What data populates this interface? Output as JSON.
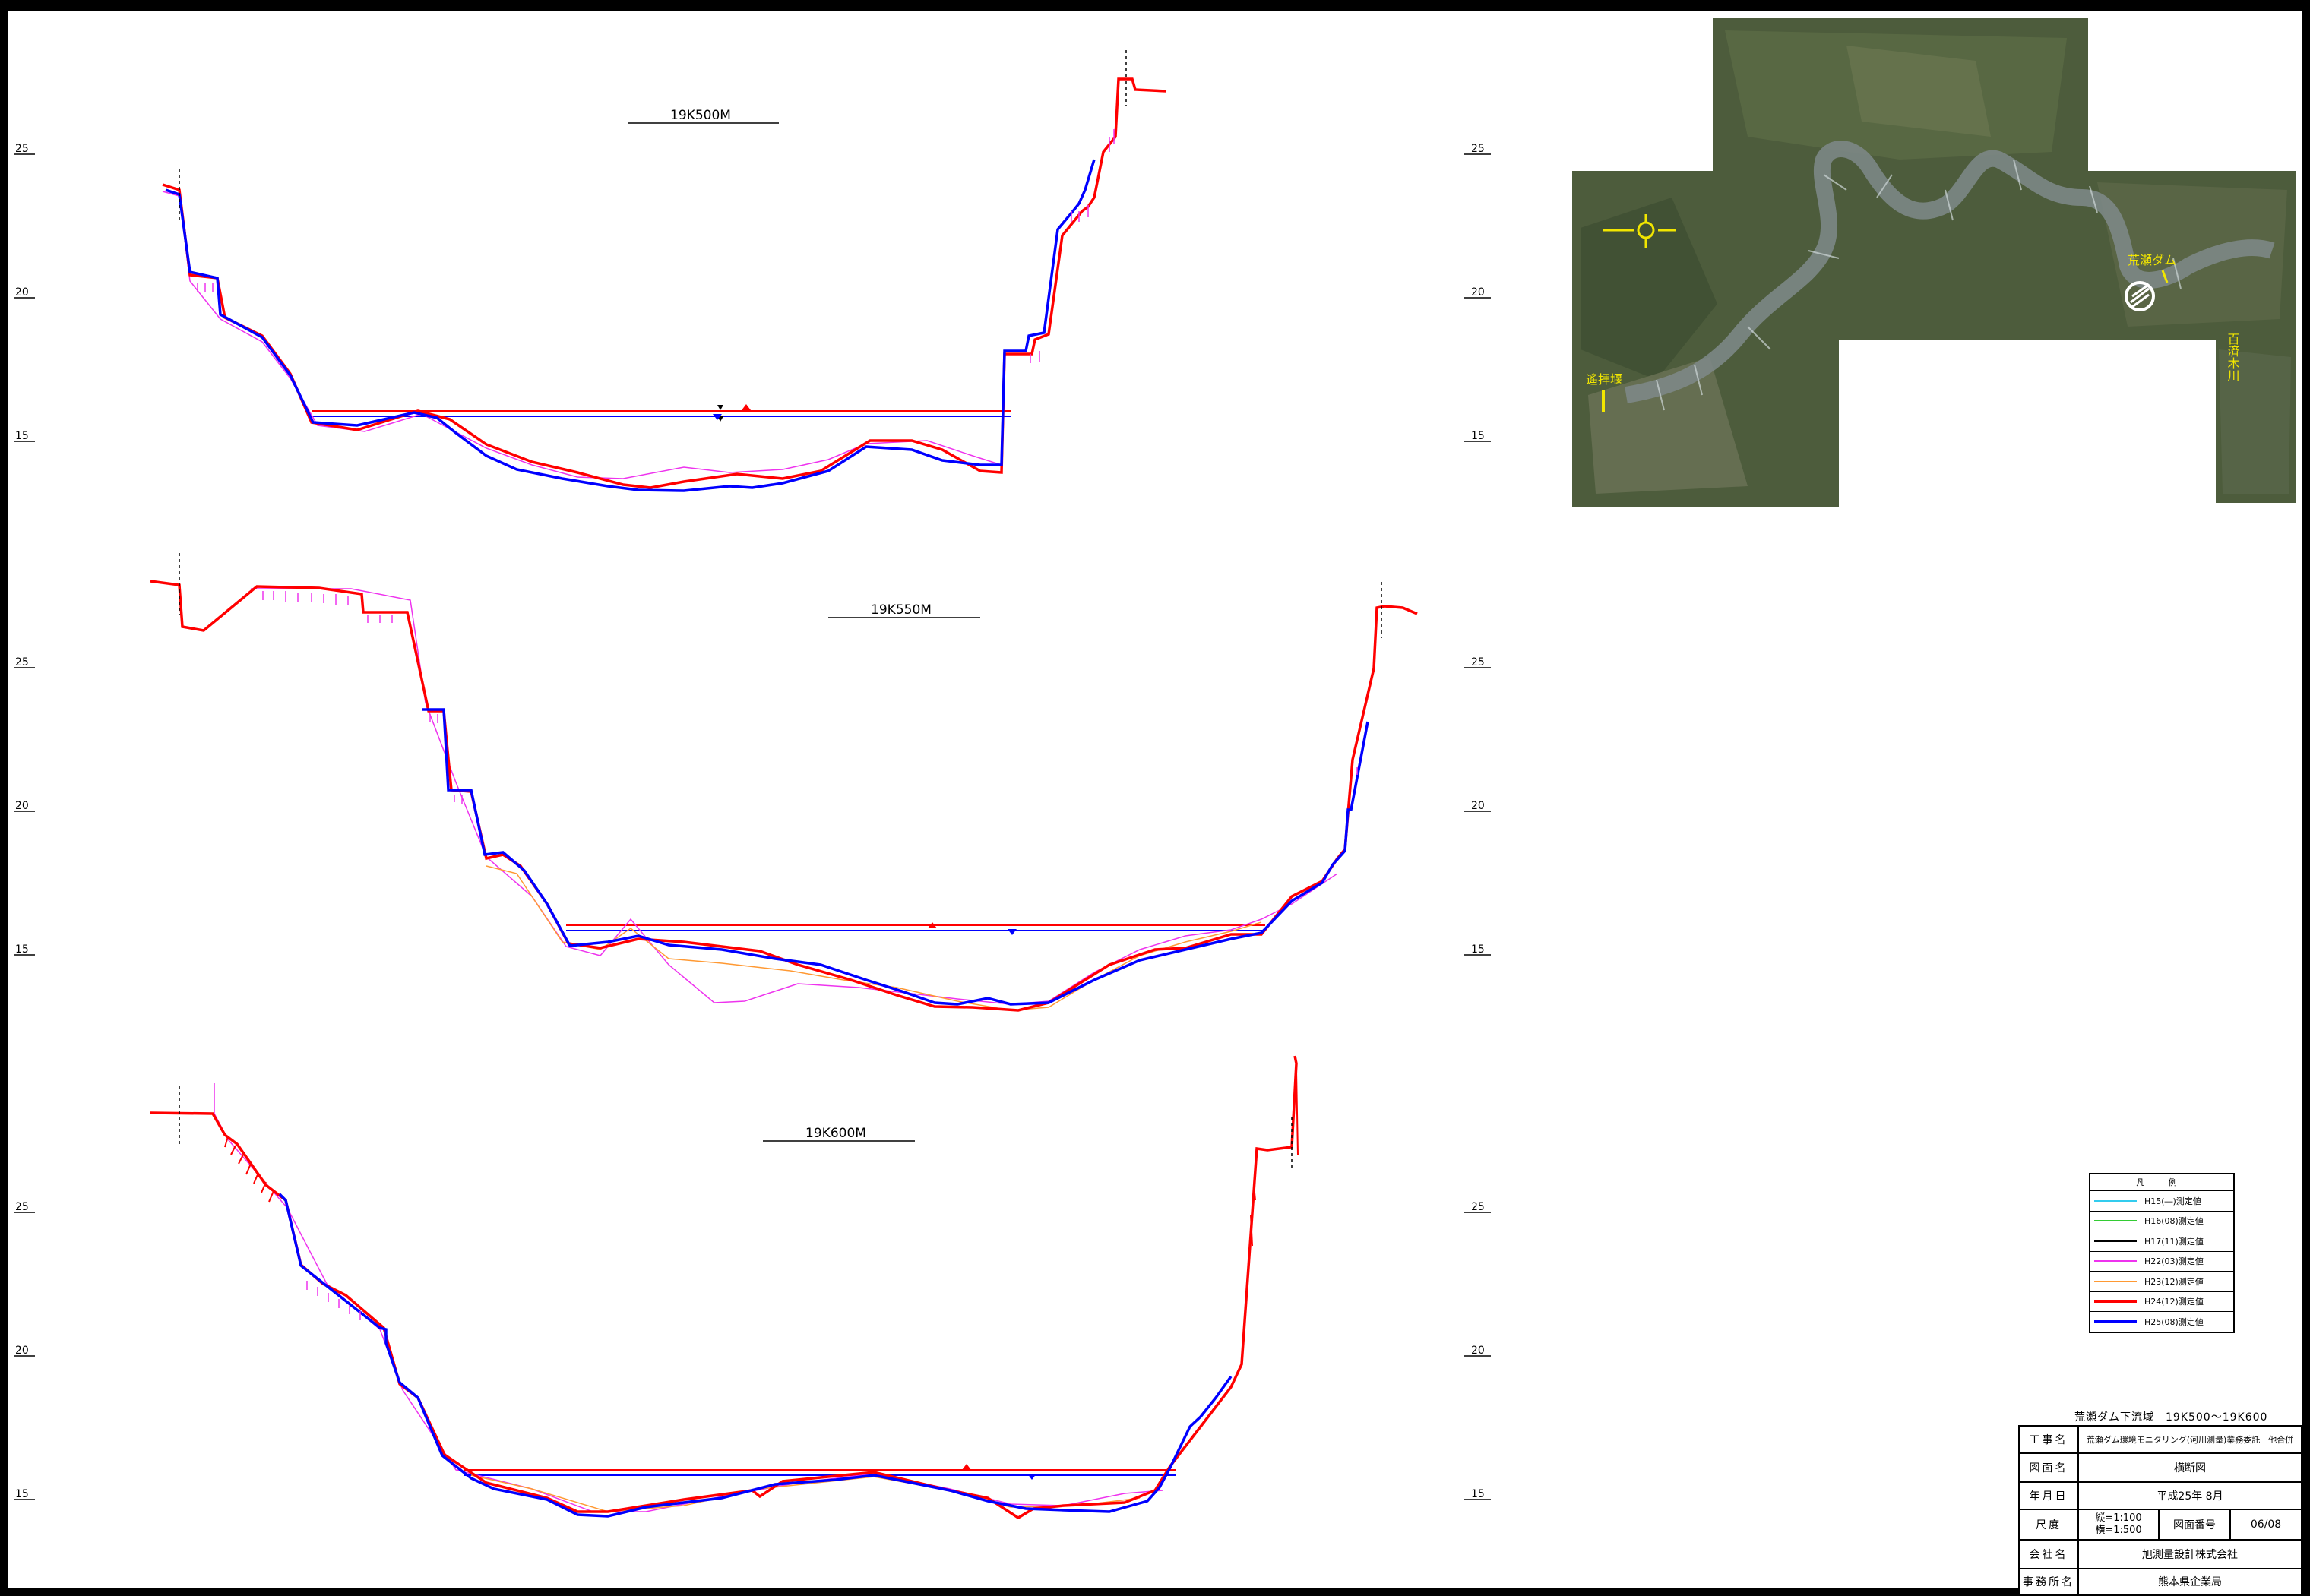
{
  "sections": [
    {
      "label": "19K500M",
      "elev_labels": [
        "25",
        "20",
        "15"
      ],
      "right_elev_labels": [
        "25",
        "20",
        "15"
      ]
    },
    {
      "label": "19K550M",
      "elev_labels": [
        "25",
        "20",
        "15"
      ],
      "right_elev_labels": [
        "25",
        "20",
        "15"
      ]
    },
    {
      "label": "19K600M",
      "elev_labels": [
        "25",
        "20",
        "15"
      ],
      "right_elev_labels": [
        "25",
        "20",
        "15"
      ]
    }
  ],
  "map": {
    "labels": [
      "荒瀬ダム",
      "遙拝堰",
      "百済木川"
    ]
  },
  "legend": {
    "title": "凡 例",
    "items": [
      {
        "label": "H15(―)測定値",
        "color": "#33ccee",
        "width": 2
      },
      {
        "label": "H16(08)測定値",
        "color": "#33cc33",
        "width": 2
      },
      {
        "label": "H17(11)測定値",
        "color": "#000000",
        "width": 2
      },
      {
        "label": "H22(03)測定値",
        "color": "#ee33ee",
        "width": 2
      },
      {
        "label": "H23(12)測定値",
        "color": "#ff9933",
        "width": 2
      },
      {
        "label": "H24(12)測定値",
        "color": "#ff0000",
        "width": 4
      },
      {
        "label": "H25(08)測定値",
        "color": "#0000ff",
        "width": 4
      }
    ]
  },
  "title_block": {
    "caption": "荒瀬ダム下流域　19K500～19K600",
    "rows": {
      "project_key": "工事名",
      "project_val": "荒瀬ダム環境モニタリング(河川測量)業務委託　他合併",
      "drawing_key": "図面名",
      "drawing_val": "横断図",
      "date_key": "年月日",
      "date_val": "平成25年 8月",
      "scale_key": "尺度",
      "scale_v": "縦=1:100",
      "scale_h": "横=1:500",
      "num_key": "図面番号",
      "num_val": "06/08",
      "company_key": "会社名",
      "company_val": "旭測量設計株式会社",
      "office_key": "事務所名",
      "office_val": "熊本県企業局"
    }
  }
}
